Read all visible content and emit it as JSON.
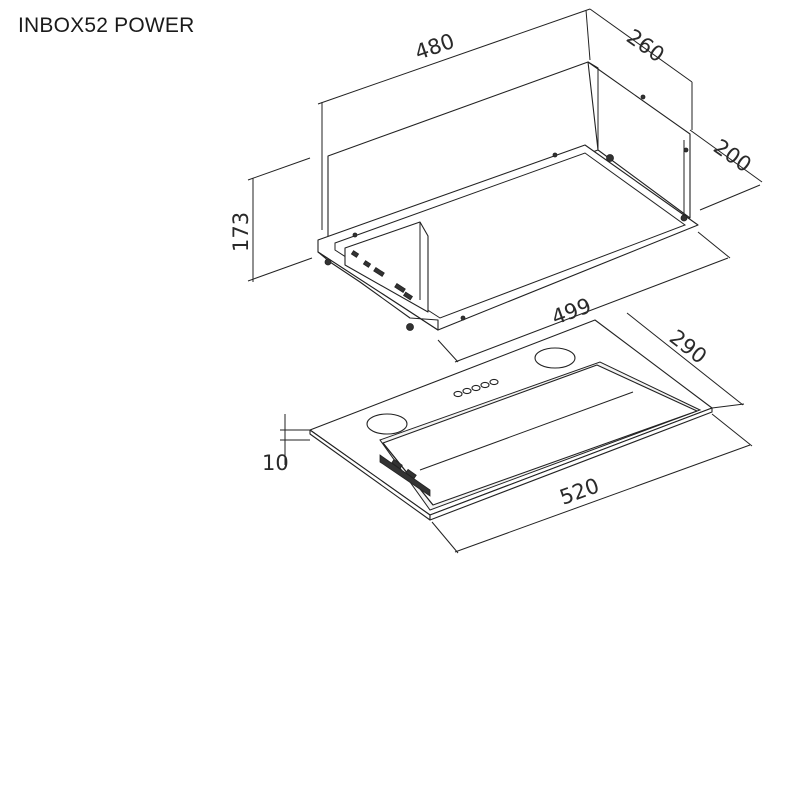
{
  "product": {
    "title": "INBOX52 POWER"
  },
  "dimensions": {
    "box_width": "480",
    "box_depth": "260",
    "box_inner_depth": "200",
    "box_height": "173",
    "box_flange_length": "499",
    "panel_depth": "290",
    "panel_thickness": "10",
    "panel_length": "520"
  },
  "colors": {
    "line": "#222222",
    "text": "#2a2a2a",
    "background": "#ffffff"
  }
}
